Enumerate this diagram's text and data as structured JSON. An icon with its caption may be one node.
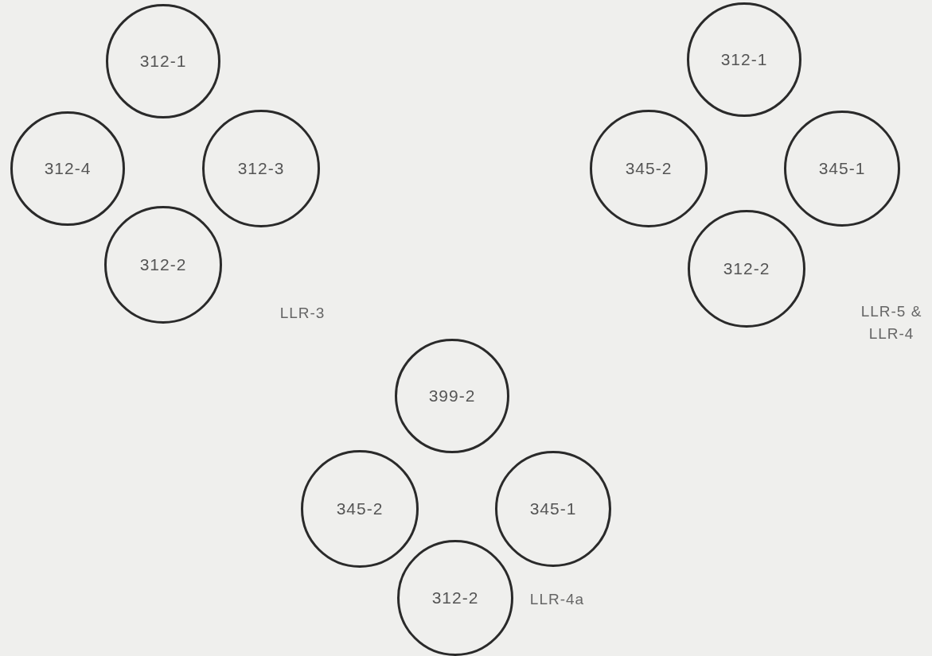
{
  "diagram": {
    "nodes": [
      {
        "text": [
          "312-1"
        ]
      },
      {
        "text": [
          "312-4"
        ]
      },
      {
        "text": [
          "312-3"
        ]
      },
      {
        "text": [
          "312-2"
        ]
      },
      {
        "text": [
          "312-1"
        ]
      },
      {
        "text": [
          "345-2"
        ]
      },
      {
        "text": [
          "345-1"
        ]
      },
      {
        "text": [
          "312-2"
        ]
      },
      {
        "text": [
          "399-2"
        ]
      },
      {
        "text": [
          "345-2"
        ]
      },
      {
        "text": [
          "345-1"
        ]
      },
      {
        "text": [
          "312-2"
        ]
      }
    ],
    "labels": [
      "LLR-3",
      "LLR-5 & LLR-4",
      "LLR-4a"
    ]
  }
}
